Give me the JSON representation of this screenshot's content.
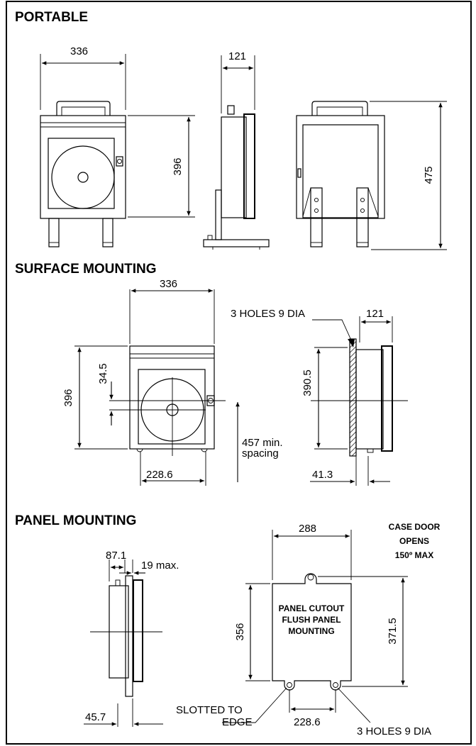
{
  "sections": {
    "portable": {
      "title": "PORTABLE",
      "dims": {
        "width": "336",
        "depth": "121",
        "height": "396",
        "overall_height": "475"
      }
    },
    "surface": {
      "title": "SURFACE MOUNTING",
      "dims": {
        "width": "336",
        "height": "396",
        "offset": "34.5",
        "hole_spacing": "228.6",
        "min_spacing": "457 min.",
        "min_spacing_2": "spacing",
        "depth": "121",
        "side_height": "390.5",
        "side_offset": "41.3"
      },
      "holes_note": "3 HOLES 9 DIA"
    },
    "panel": {
      "title": "PANEL MOUNTING",
      "dims": {
        "depth": "87.1",
        "max": "19 max.",
        "bottom": "45.7",
        "cutout_width": "288",
        "cutout_height": "356",
        "overall_height": "371.5",
        "hole_spacing": "228.6"
      },
      "door_note": [
        "CASE DOOR",
        "OPENS",
        "150º MAX"
      ],
      "cutout_note": [
        "PANEL CUTOUT",
        "FLUSH PANEL",
        "MOUNTING"
      ],
      "slotted_note": [
        "SLOTTED TO",
        "EDGE"
      ],
      "holes_note": "3 HOLES 9 DIA"
    }
  }
}
